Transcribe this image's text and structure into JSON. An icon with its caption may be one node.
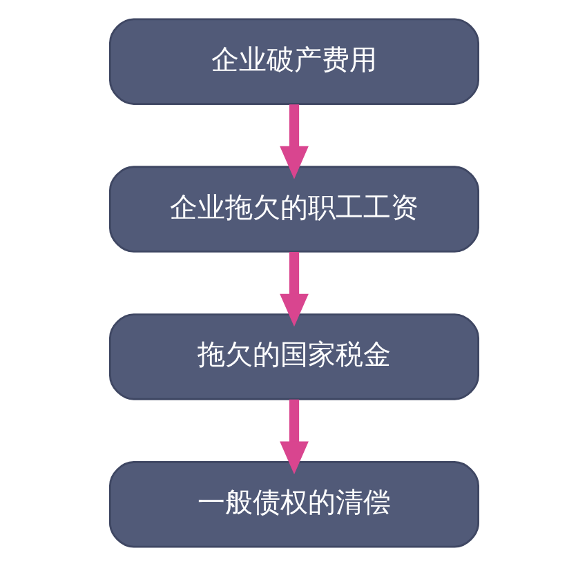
{
  "diagram": {
    "nodes": [
      {
        "text": [
          "企业破产费用"
        ]
      },
      {
        "text": [
          "企业拖欠的职工工资"
        ]
      },
      {
        "text": [
          "拖欠的国家税金"
        ]
      },
      {
        "text": [
          "一般债权的清偿"
        ]
      }
    ],
    "edges": [
      {
        "from": 0,
        "to": 1,
        "arrow": "to"
      },
      {
        "from": 1,
        "to": 2,
        "arrow": "to"
      },
      {
        "from": 2,
        "to": 3,
        "arrow": "to"
      }
    ]
  }
}
